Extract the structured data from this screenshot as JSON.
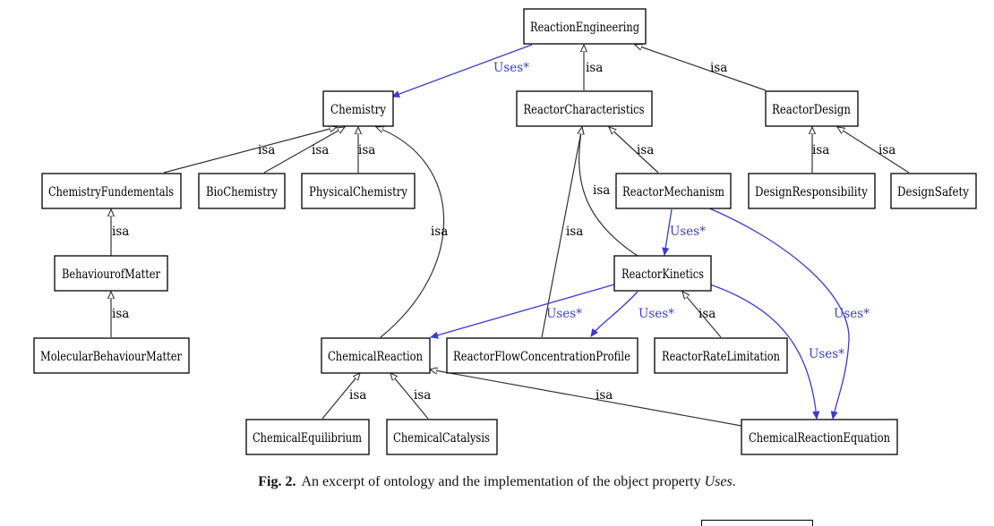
{
  "diagram": {
    "nodes": {
      "reaction_engineering": "ReactionEngineering",
      "chemistry": "Chemistry",
      "reactor_characteristics": "ReactorCharacteristics",
      "reactor_design": "ReactorDesign",
      "chemistry_fundementals": "ChemistryFundementals",
      "biochemistry": "BioChemistry",
      "physical_chemistry": "PhysicalChemistry",
      "reactor_mechanism": "ReactorMechanism",
      "design_responsibility": "DesignResponsibility",
      "design_safety": "DesignSafety",
      "behaviour_of_matter": "BehaviourofMatter",
      "reactor_kinetics": "ReactorKinetics",
      "molecular_behaviour_matter": "MolecularBehaviourMatter",
      "chemical_reaction": "ChemicalReaction",
      "reactor_flow_concentration_profile": "ReactorFlowConcentrationProfile",
      "reactor_rate_limitation": "ReactorRateLimitation",
      "chemical_equilibrium": "ChemicalEquilibrium",
      "chemical_catalysis": "ChemicalCatalysis",
      "chemical_reaction_equation": "ChemicalReactionEquation"
    },
    "isa_label": "isa",
    "uses_label": "Uses*",
    "colors": {
      "uses_edge": "#3b3bd4",
      "isa_edge": "#333333"
    }
  },
  "caption": {
    "fig_number": "Fig. 2.",
    "text": "An excerpt of ontology and the implementation of the object property ",
    "emphasis": "Uses",
    "end": "."
  }
}
